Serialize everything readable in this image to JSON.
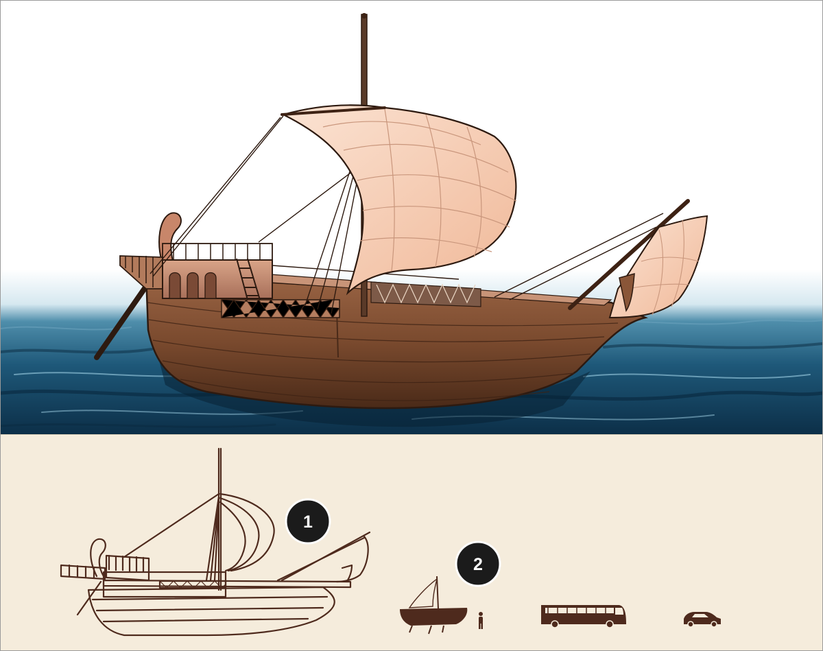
{
  "figure": {
    "markers": [
      {
        "number": "1",
        "refers_to": "ship-line-drawing"
      },
      {
        "number": "2",
        "refers_to": "size-comparison-silhouettes"
      }
    ],
    "size_comparison": [
      "boat",
      "person",
      "bus",
      "car"
    ],
    "colors": {
      "sea_dark": "#0e3550",
      "sea_light": "#2e7394",
      "hull": "#7a4a2e",
      "sail": "#f6cdb2",
      "legend_bg": "#f5ecdc",
      "line_art": "#4e2a1d",
      "marker_fill": "#1b1b1b",
      "marker_text": "#ffffff"
    }
  }
}
